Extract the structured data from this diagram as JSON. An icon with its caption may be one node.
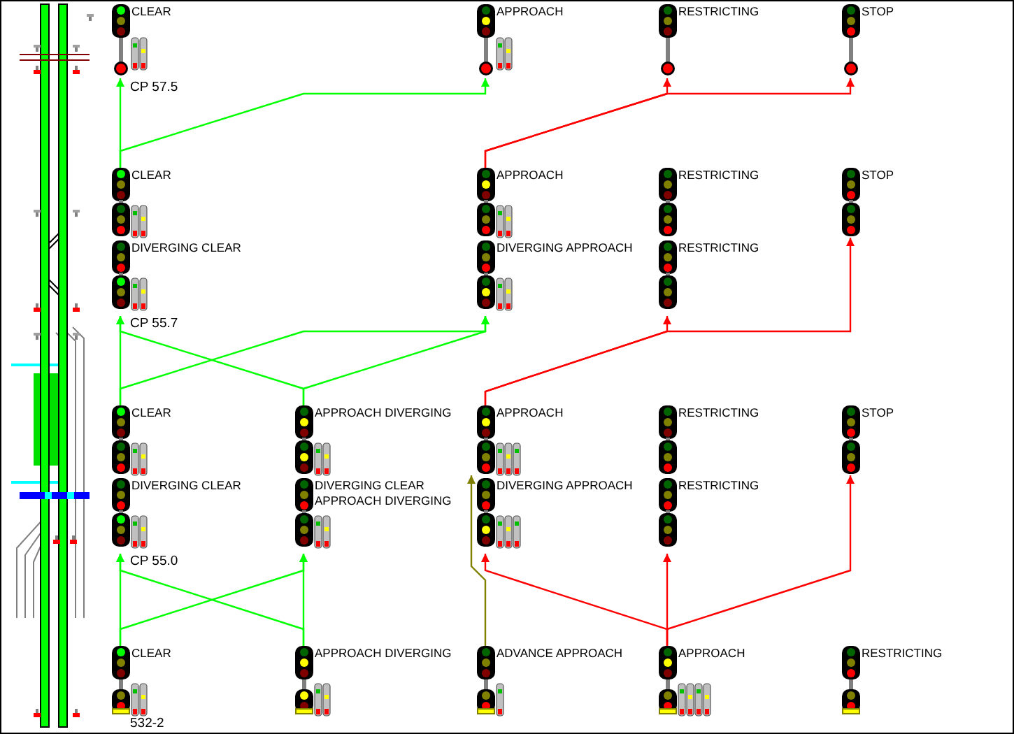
{
  "diagram": {
    "nodes": [
      {
        "text": [
          "CLEAR"
        ]
      },
      {
        "text": [
          "APPROACH"
        ]
      },
      {
        "text": [
          "RESTRICTING"
        ]
      },
      {
        "text": [
          "STOP"
        ]
      },
      {
        "text": [
          "CLEAR"
        ]
      },
      {
        "text": [
          "APPROACH"
        ]
      },
      {
        "text": [
          "RESTRICTING"
        ]
      },
      {
        "text": [
          "STOP"
        ]
      },
      {
        "text": [
          "DIVERGING CLEAR"
        ]
      },
      {
        "text": [
          "DIVERGING APPROACH"
        ]
      },
      {
        "text": [
          "RESTRICTING"
        ]
      },
      {
        "text": [
          "CLEAR"
        ]
      },
      {
        "text": [
          "APPROACH DIVERGING"
        ]
      },
      {
        "text": [
          "APPROACH"
        ]
      },
      {
        "text": [
          "RESTRICTING"
        ]
      },
      {
        "text": [
          "STOP"
        ]
      },
      {
        "text": [
          "DIVERGING CLEAR"
        ]
      },
      {
        "text": [
          "DIVERGING CLEAR APPROACH DIVERGING"
        ]
      },
      {
        "text": [
          "DIVERGING APPROACH"
        ]
      },
      {
        "text": [
          "RESTRICTING"
        ]
      },
      {
        "text": [
          "CLEAR"
        ]
      },
      {
        "text": [
          "APPROACH DIVERGING"
        ]
      },
      {
        "text": [
          "ADVANCE APPROACH"
        ]
      },
      {
        "text": [
          "APPROACH"
        ]
      },
      {
        "text": [
          "RESTRICTING"
        ]
      }
    ],
    "edges": [
      {
        "from": 4,
        "to": 0,
        "arrow": "to"
      },
      {
        "from": 4,
        "to": 1,
        "arrow": "to"
      },
      {
        "from": 5,
        "to": 2,
        "arrow": "to",
        "color": "#ff0000"
      },
      {
        "from": 5,
        "to": 3,
        "arrow": "to",
        "color": "#ff0000"
      },
      {
        "from": 11,
        "to": 8,
        "arrow": "to"
      },
      {
        "from": 11,
        "to": 9,
        "arrow": "to"
      },
      {
        "from": 12,
        "to": 8,
        "arrow": "to"
      },
      {
        "from": 12,
        "to": 9,
        "arrow": "to"
      },
      {
        "from": 13,
        "to": 10,
        "arrow": "to",
        "color": "#ff0000"
      },
      {
        "from": 13,
        "to": 7,
        "arrow": "to",
        "color": "#ff0000"
      },
      {
        "from": 20,
        "to": 16,
        "arrow": "to"
      },
      {
        "from": 20,
        "to": 17,
        "arrow": "to"
      },
      {
        "from": 21,
        "to": 16,
        "arrow": "to"
      },
      {
        "from": 21,
        "to": 17,
        "arrow": "to"
      },
      {
        "from": 22,
        "to": 13,
        "arrow": "to",
        "color": "#808000"
      },
      {
        "from": 23,
        "to": 18,
        "arrow": "to",
        "color": "#ff0000"
      },
      {
        "from": 23,
        "to": 19,
        "arrow": "to",
        "color": "#ff0000"
      },
      {
        "from": 23,
        "to": 15,
        "arrow": "to",
        "color": "#ff0000"
      }
    ],
    "labels": [
      "CP 57.5",
      "CP 55.7",
      "CP 55.0",
      "532-2"
    ]
  }
}
